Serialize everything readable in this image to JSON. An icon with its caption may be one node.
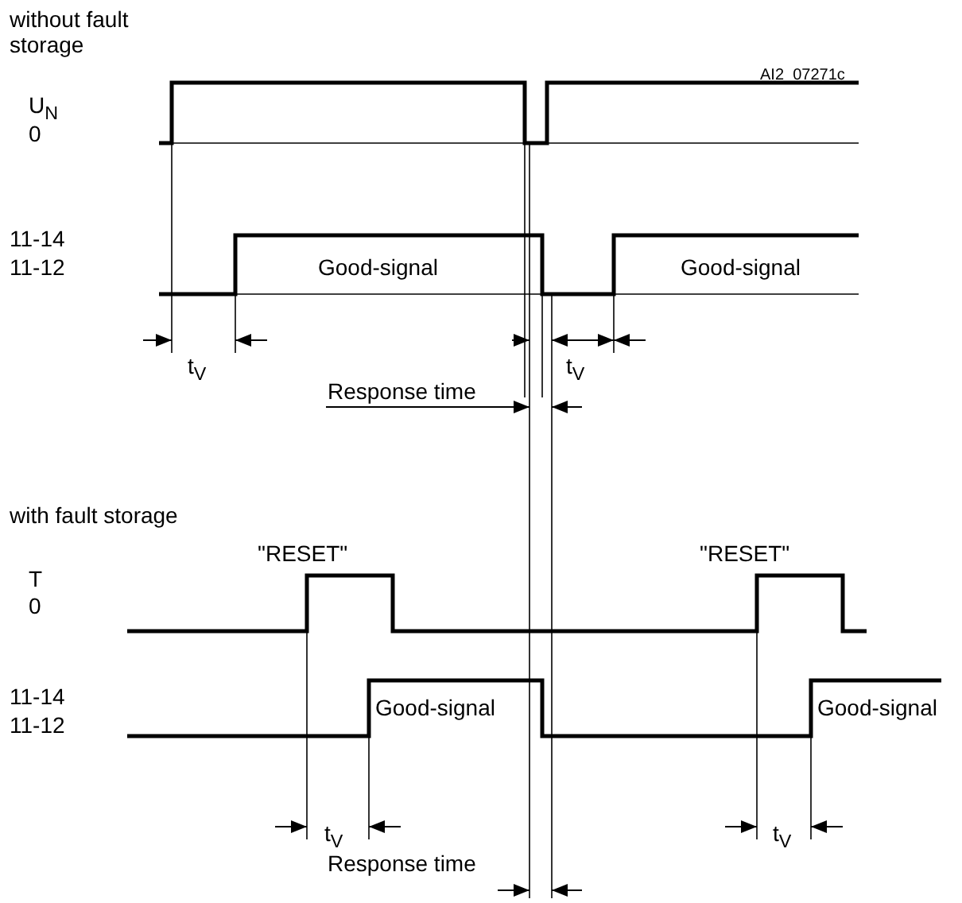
{
  "diagram": {
    "labels": [
      "without fault storage",
      "AI2_07271c",
      "U$_{N}$",
      "0",
      "11-14",
      "11-12",
      "Good-signal",
      "Good-signal",
      "t$_{V}$",
      "t$_{V}$",
      "Response time",
      "with fault storage",
      "\"RESET\"",
      "\"RESET\"",
      "T",
      "0",
      "11-14",
      "11-12",
      "Good-signal",
      "Good-signal",
      "t$_{V}$",
      "t$_{V}$",
      "Response time"
    ]
  }
}
